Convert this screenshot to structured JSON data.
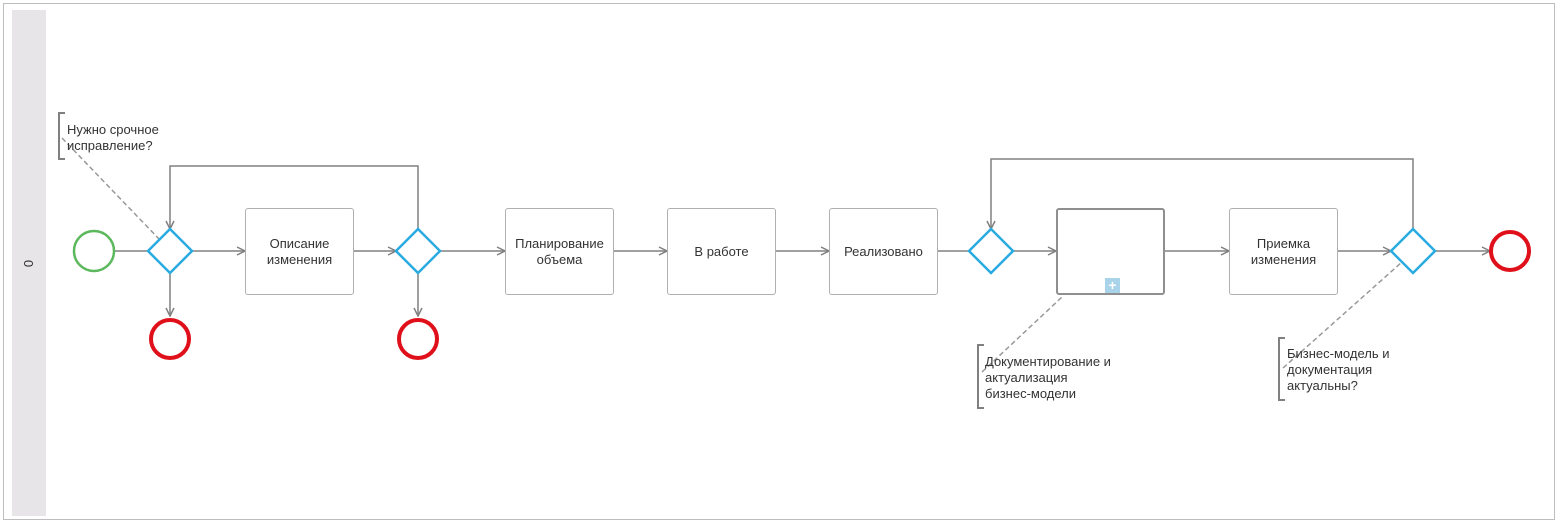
{
  "lane": {
    "label": "0"
  },
  "tasks": {
    "opisanie": "Описание\nизменения",
    "planirovanie": "Планирование\nобъема",
    "v_rabote": "В работе",
    "realizovano": "Реализовано",
    "subprocess": "",
    "priemka": "Приемка\nизменения"
  },
  "annotations": {
    "urgent_fix": "Нужно срочное\nисправление?",
    "documentation": "Документирование и\nактуализация\nбизнес-модели",
    "model_actual": "Бизнес-модель и\nдокументация\nактуальны?"
  },
  "colors": {
    "start_event": "#5cb85c",
    "end_event": "#e0101b",
    "gateway": "#29abe2",
    "flow": "#808080",
    "annotation_link": "#999999"
  }
}
